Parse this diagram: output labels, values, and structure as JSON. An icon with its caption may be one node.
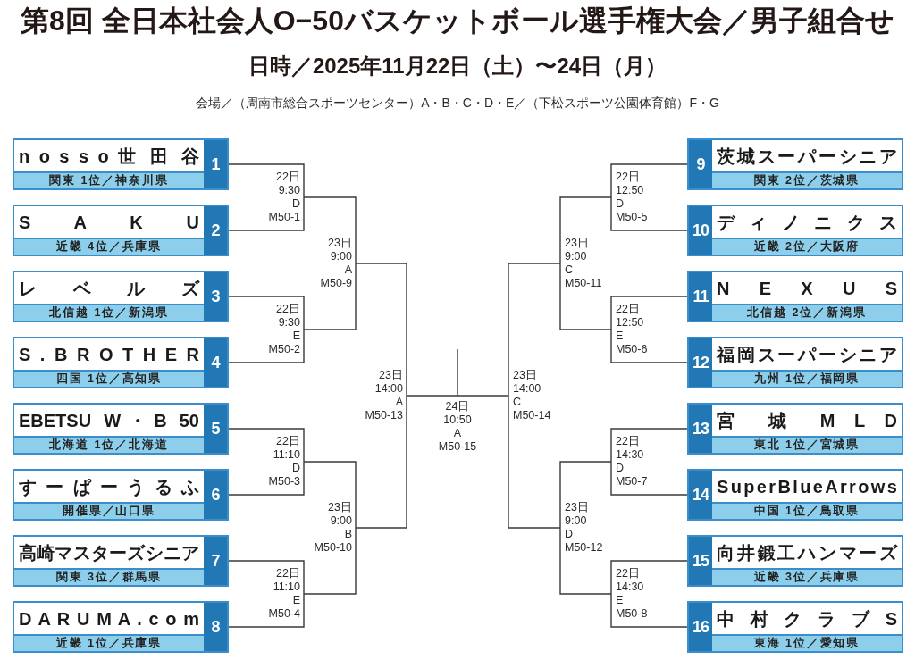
{
  "diagram": {
    "title": "第8回 全日本社会人O−50バスケットボール選手権大会／男子組合せ",
    "nodes": [
      {
        "text": [
          "n o s s o 世 田 谷",
          "関東 1位／神奈川県",
          "1"
        ]
      },
      {
        "text": [
          "S A K U",
          "近畿 4位／兵庫県",
          "2"
        ]
      },
      {
        "text": [
          "レベルズ",
          "北信越 1位／新潟県",
          "3"
        ]
      },
      {
        "text": [
          "S . B R O T H E R",
          "四国 1位／高知県",
          "4"
        ]
      },
      {
        "text": [
          "EBETSU W・B 50",
          "北海道 1位／北海道",
          "5"
        ]
      },
      {
        "text": [
          "すーぱーうるふ",
          "開催県／山口県",
          "6"
        ]
      },
      {
        "text": [
          "高崎マスターズシニア",
          "関東 3位／群馬県",
          "7"
        ]
      },
      {
        "text": [
          "D A R U M A . c o m",
          "近畿 1位／兵庫県",
          "8"
        ]
      },
      {
        "text": [
          "茨城スーパーシニア",
          "関東 2位／茨城県",
          "9"
        ]
      },
      {
        "text": [
          "ディノニクス",
          "近畿 2位／大阪府",
          "10"
        ]
      },
      {
        "text": [
          "N E X U S",
          "北信越 2位／新潟県",
          "11"
        ]
      },
      {
        "text": [
          "福岡スーパーシニア",
          "九州 1位／福岡県",
          "12"
        ]
      },
      {
        "text": [
          "宮 城 M L D",
          "東北 1位／宮城県",
          "13"
        ]
      },
      {
        "text": [
          "SuperBlueArrows",
          "中国 1位／鳥取県",
          "14"
        ]
      },
      {
        "text": [
          "向井鍛工ハンマーズ",
          "近畿 3位／兵庫県",
          "15"
        ]
      },
      {
        "text": [
          "中 村 ク ラ ブ S",
          "東海 1位／愛知県",
          "16"
        ]
      },
      {
        "text": [
          "22日 9:30 D M50-1"
        ]
      },
      {
        "text": [
          "22日 9:30 E M50-2"
        ]
      },
      {
        "text": [
          "22日 11:10 D M50-3"
        ]
      },
      {
        "text": [
          "22日 11:10 E M50-4"
        ]
      },
      {
        "text": [
          "22日 12:50 D M50-5"
        ]
      },
      {
        "text": [
          "22日 12:50 E M50-6"
        ]
      },
      {
        "text": [
          "22日 14:30 D M50-7"
        ]
      },
      {
        "text": [
          "22日 14:30 E M50-8"
        ]
      },
      {
        "text": [
          "23日 9:00 A M50-9"
        ]
      },
      {
        "text": [
          "23日 9:00 B M50-10"
        ]
      },
      {
        "text": [
          "23日 9:00 C M50-11"
        ]
      },
      {
        "text": [
          "23日 9:00 D M50-12"
        ]
      },
      {
        "text": [
          "23日 14:00 A M50-13"
        ]
      },
      {
        "text": [
          "23日 14:00 C M50-14"
        ]
      },
      {
        "text": [
          "24日 10:50 A M50-15"
        ]
      }
    ],
    "edges": [
      {
        "from": 0,
        "to": 16,
        "arrow": "none"
      },
      {
        "from": 1,
        "to": 16,
        "arrow": "none"
      },
      {
        "from": 2,
        "to": 17,
        "arrow": "none"
      },
      {
        "from": 3,
        "to": 17,
        "arrow": "none"
      },
      {
        "from": 4,
        "to": 18,
        "arrow": "none"
      },
      {
        "from": 5,
        "to": 18,
        "arrow": "none"
      },
      {
        "from": 6,
        "to": 19,
        "arrow": "none"
      },
      {
        "from": 7,
        "to": 19,
        "arrow": "none"
      },
      {
        "from": 8,
        "to": 20,
        "arrow": "none"
      },
      {
        "from": 9,
        "to": 20,
        "arrow": "none"
      },
      {
        "from": 10,
        "to": 21,
        "arrow": "none"
      },
      {
        "from": 11,
        "to": 21,
        "arrow": "none"
      },
      {
        "from": 12,
        "to": 22,
        "arrow": "none"
      },
      {
        "from": 13,
        "to": 22,
        "arrow": "none"
      },
      {
        "from": 14,
        "to": 23,
        "arrow": "none"
      },
      {
        "from": 15,
        "to": 23,
        "arrow": "none"
      },
      {
        "from": 16,
        "to": 24,
        "arrow": "none"
      },
      {
        "from": 17,
        "to": 24,
        "arrow": "none"
      },
      {
        "from": 18,
        "to": 25,
        "arrow": "none"
      },
      {
        "from": 19,
        "to": 25,
        "arrow": "none"
      },
      {
        "from": 20,
        "to": 26,
        "arrow": "none"
      },
      {
        "from": 21,
        "to": 26,
        "arrow": "none"
      },
      {
        "from": 22,
        "to": 27,
        "arrow": "none"
      },
      {
        "from": 23,
        "to": 27,
        "arrow": "none"
      },
      {
        "from": 24,
        "to": 28,
        "arrow": "none"
      },
      {
        "from": 25,
        "to": 28,
        "arrow": "none"
      },
      {
        "from": 26,
        "to": 29,
        "arrow": "none"
      },
      {
        "from": 27,
        "to": 29,
        "arrow": "none"
      },
      {
        "from": 28,
        "to": 30,
        "arrow": "none"
      },
      {
        "from": 29,
        "to": 30,
        "arrow": "none"
      },
      {
        "from": 30,
        "to": null,
        "arrow": "none"
      }
    ],
    "labels": [
      "日時／2025年11月22日（土）〜24日（月）",
      "会場／（周南市総合スポーツセンター）A・B・C・D・E／（下松スポーツ公園体育館）F・G"
    ]
  }
}
